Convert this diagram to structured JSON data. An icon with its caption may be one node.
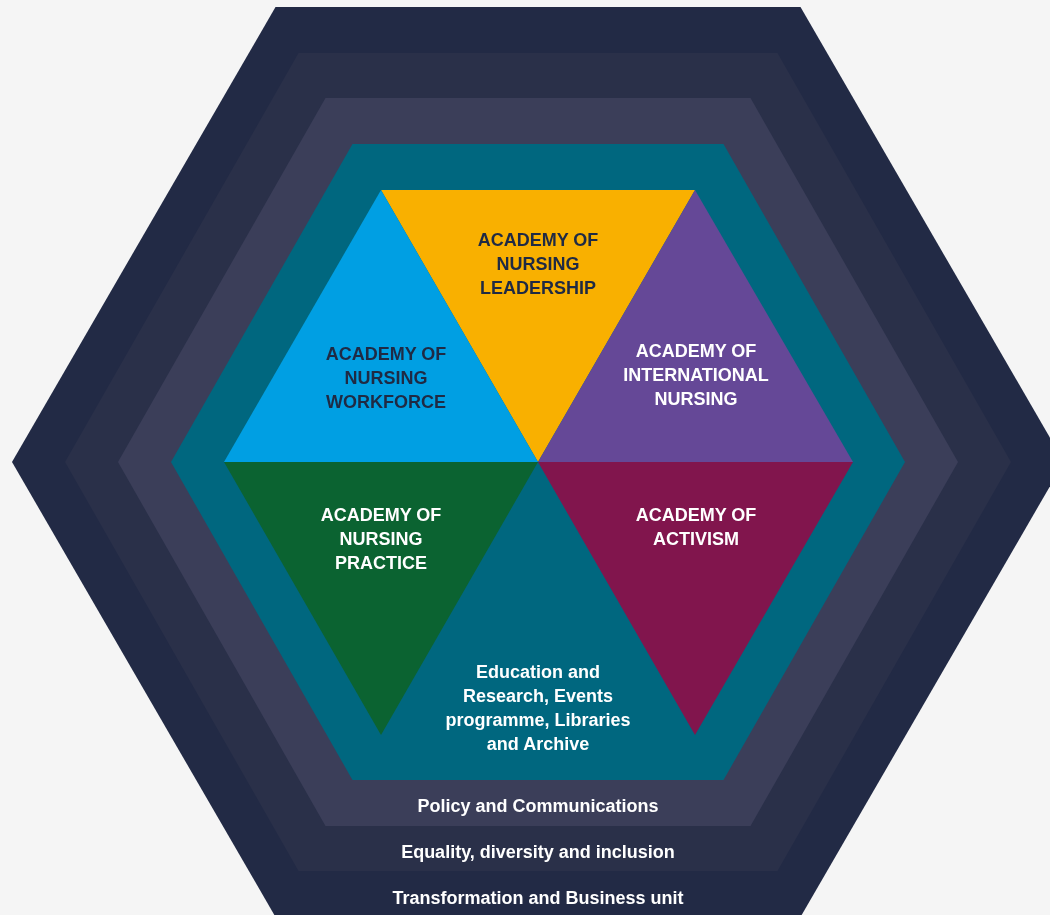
{
  "diagram": {
    "nodes": [
      {
        "text": [
          "Transformation and Business unit"
        ]
      },
      {
        "text": [
          "Equality, diversity and inclusion"
        ],
        "in": 0
      },
      {
        "text": [
          "Policy and Communications"
        ],
        "in": 1
      },
      {
        "text": [
          "Education and Research, Events programme, Libraries and Archive"
        ],
        "in": 2
      },
      {
        "text": [
          "ACADEMY OF NURSING LEADERSHIP"
        ],
        "in": 3
      },
      {
        "text": [
          "ACADEMY OF INTERNATIONAL NURSING"
        ],
        "in": 3
      },
      {
        "text": [
          "ACADEMY OF NURSING WORKFORCE"
        ],
        "in": 3
      },
      {
        "text": [
          "ACADEMY OF NURSING PRACTICE"
        ],
        "in": 3
      },
      {
        "text": [
          "ACADEMY OF ACTIVISM"
        ],
        "in": 3
      }
    ]
  }
}
